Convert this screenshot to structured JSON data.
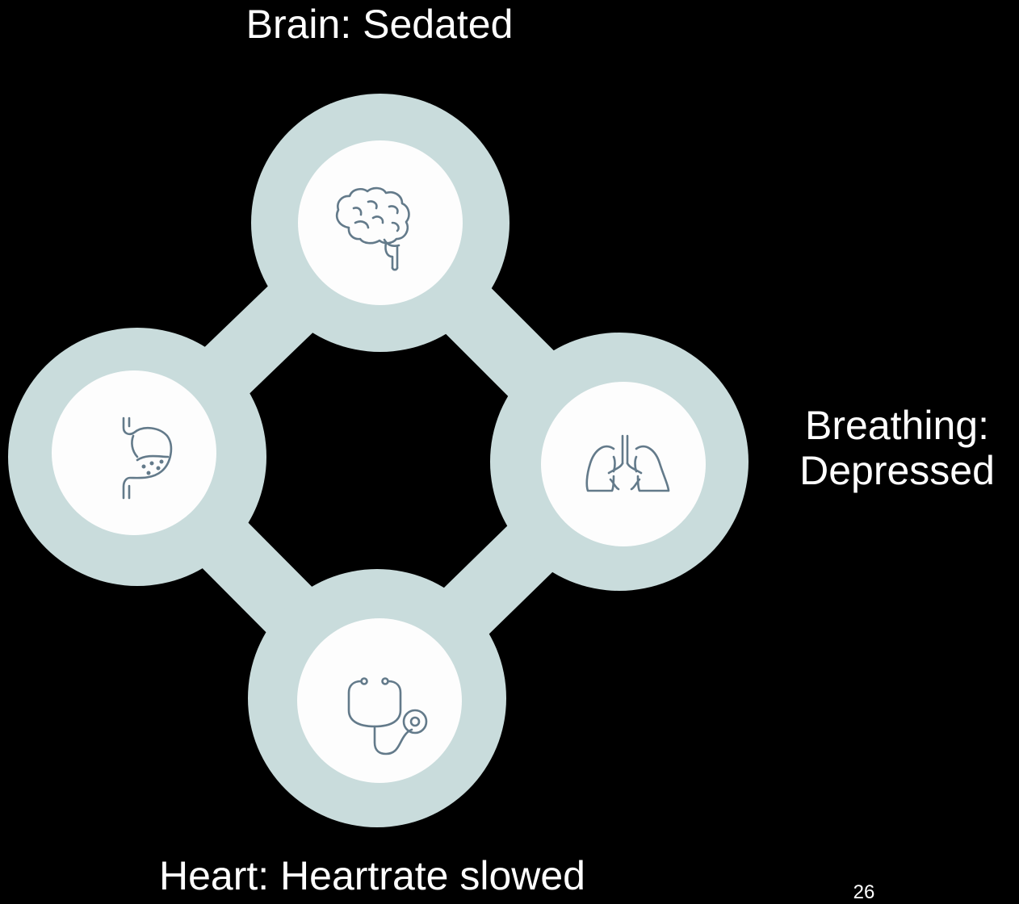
{
  "labels": {
    "brain": "Brain: Sedated",
    "breathing_line1": "Breathing:",
    "breathing_line2": "Depressed",
    "heart": "Heart: Heartrate slowed"
  },
  "page_number": "26",
  "icons": {
    "top": "brain-icon",
    "left": "stomach-icon",
    "right": "lungs-icon",
    "bottom": "stethoscope-icon"
  },
  "colors": {
    "background": "#000000",
    "ring": "#c9dcdc",
    "inner": "#fdfdfd",
    "icon_stroke": "#637a8a",
    "text": "#ffffff"
  }
}
